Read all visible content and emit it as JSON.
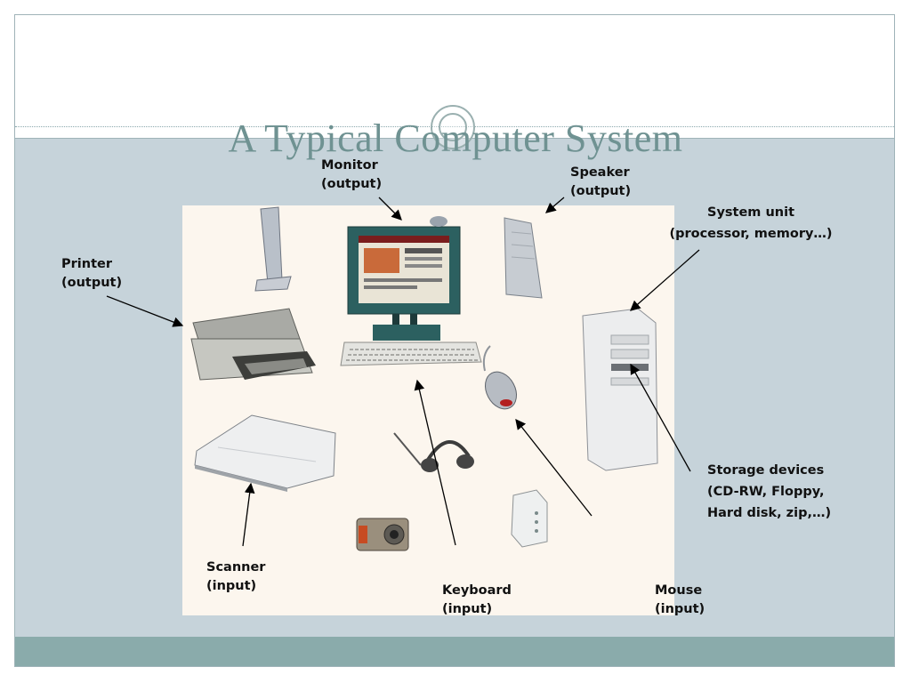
{
  "slide": {
    "title": "A Typical Computer System",
    "labels": {
      "monitor": [
        "Monitor",
        "(output)"
      ],
      "speaker": [
        "Speaker",
        "(output)"
      ],
      "system_unit": [
        "System unit",
        "(processor, memory…)"
      ],
      "printer": [
        "Printer",
        "(output)"
      ],
      "storage": [
        "Storage devices",
        "(CD-RW, Floppy,",
        "Hard disk, zip,…)"
      ],
      "scanner": [
        "Scanner",
        "(input)"
      ],
      "keyboard": [
        "Keyboard",
        "(input)"
      ],
      "mouse": [
        "Mouse",
        "(input)"
      ]
    }
  },
  "colors": {
    "title": "#6f9292",
    "body_band": "#c6d3da",
    "footer_band": "#8aabab",
    "photo_bg": "#fcf6ee"
  }
}
